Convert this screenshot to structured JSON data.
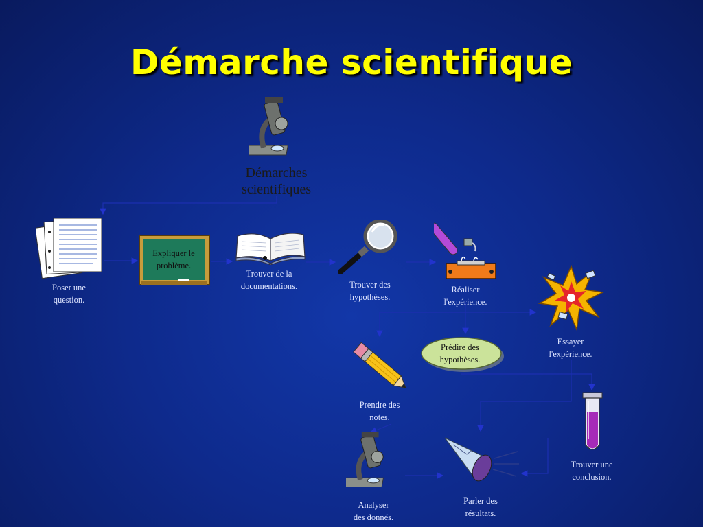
{
  "slide": {
    "title": "Démarche scientifique",
    "accent_color": "#ffff00",
    "background_color": "#0e2a8c"
  },
  "diagram": {
    "root": {
      "label": "Démarches\nscientifiques",
      "icon": "microscope-icon"
    },
    "steps": [
      {
        "id": "poser",
        "label": "Poser une\nquestion.",
        "icon": "paper-stack-icon"
      },
      {
        "id": "expliquer",
        "label": "Expliquer le\nproblème.",
        "icon": "chalkboard-icon"
      },
      {
        "id": "documentation",
        "label": "Trouver de la\ndocumentations.",
        "icon": "open-book-icon"
      },
      {
        "id": "hypotheses",
        "label": "Trouver des\nhypothèses.",
        "icon": "magnifying-glass-icon"
      },
      {
        "id": "realiser",
        "label": "Réaliser\nl'expérience.",
        "icon": "test-tube-burner-icon"
      },
      {
        "id": "essayer",
        "label": "Essayer\nl'expérience.",
        "icon": "explosion-icon"
      },
      {
        "id": "predire",
        "label": "Prédire des\nhypothèses.",
        "icon": "ellipse-label"
      },
      {
        "id": "notes",
        "label": "Prendre des\nnotes.",
        "icon": "pencil-icon"
      },
      {
        "id": "conclusion",
        "label": "Trouver une\nconclusion.",
        "icon": "test-tube-icon"
      },
      {
        "id": "parler",
        "label": "Parler des\nrésultats.",
        "icon": "megaphone-icon"
      },
      {
        "id": "analyser",
        "label": "Analyser\ndes donnés.",
        "icon": "microscope-icon"
      }
    ]
  }
}
